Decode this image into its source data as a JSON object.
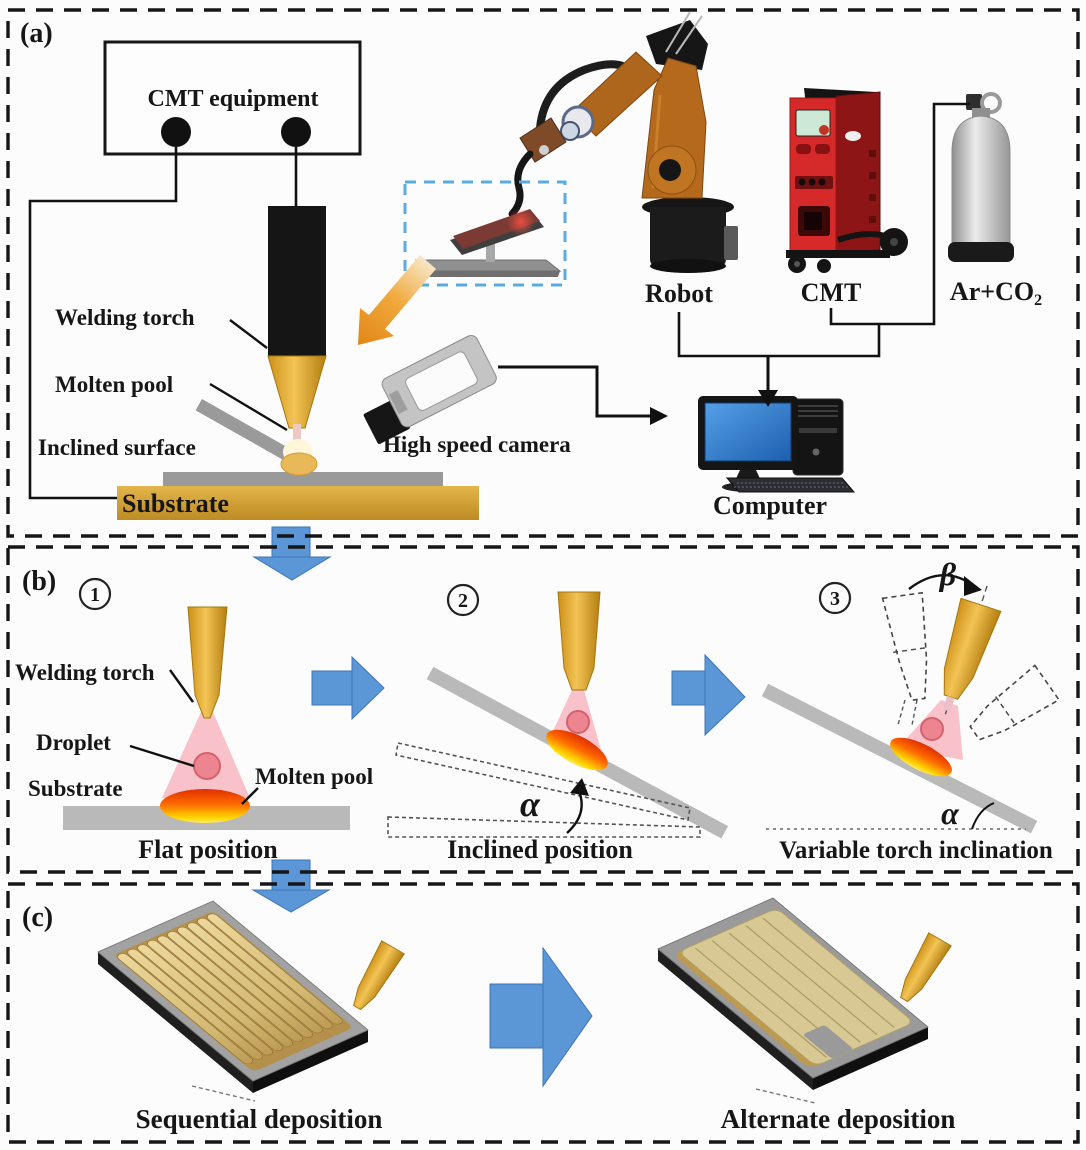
{
  "panel_a": {
    "tag": "(a)",
    "cmt_equipment": "CMT equipment",
    "welding_torch": "Welding torch",
    "molten_pool": "Molten pool",
    "inclined_surface": "Inclined surface",
    "substrate": "Substrate",
    "robot": "Robot",
    "cmt": "CMT",
    "gas_base": "Ar+CO",
    "gas_subscript": "2",
    "high_speed_camera": "High speed camera",
    "computer": "Computer"
  },
  "panel_b": {
    "tag": "(b)",
    "step_1": "1",
    "step_2": "2",
    "step_3": "3",
    "welding_torch": "Welding torch",
    "droplet": "Droplet",
    "substrate": "Substrate",
    "molten_pool": "Molten pool",
    "caption_1": "Flat position",
    "caption_2": "Inclined position",
    "caption_3": "Variable torch inclination",
    "alpha": "α",
    "beta": "β"
  },
  "panel_c": {
    "tag": "(c)",
    "caption_left": "Sequential deposition",
    "caption_right": "Alternate deposition"
  },
  "colors": {
    "flow_arrow_blue": "#5b96d6",
    "torch_gold": "#d9a62e",
    "substrate_gold": "#d2a136",
    "machine_red": "#d62a2a",
    "steel_gray": "#b0b0b0",
    "monitor_screen_blue": "#3a86d4",
    "highlight_box_blue": "#5aabdf",
    "molten_pool_red": "#e83800",
    "molten_pool_yellow": "#ffd800",
    "arc_pink": "#f7b3bd"
  }
}
